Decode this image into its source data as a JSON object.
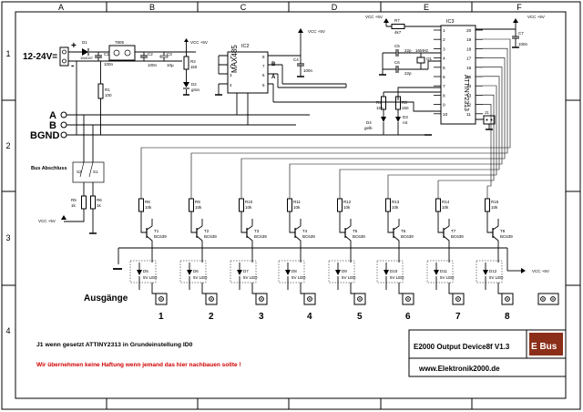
{
  "frame": {
    "cols": [
      "A",
      "B",
      "C",
      "D",
      "E",
      "F"
    ],
    "rows": [
      "1",
      "2",
      "3",
      "4"
    ]
  },
  "power": {
    "input_label": "12-24V=",
    "d1": "D1",
    "d1_val": "1N4007",
    "c1": "C1",
    "c1_val": "100n",
    "reg": "7805",
    "c2": "C2",
    "c2_val": "100n",
    "c3": "C3",
    "c3_val": "10µ",
    "r1": "R1",
    "r1_val": "100",
    "r2": "R2",
    "r2_val": "1k0",
    "d2": "D2",
    "d2_val": "grün",
    "vcc": "VCC +5V"
  },
  "bus": {
    "a": "A",
    "b": "B",
    "gnd": "BGND",
    "term_label": "Bus Abschluss",
    "s1": "S1",
    "s2": "S2",
    "r5": "R5",
    "r5_val": "1k",
    "r6": "R6",
    "r6_val": "1k",
    "vcc": "VCC +5V"
  },
  "ic2": {
    "ref": "IC2",
    "name": "MAX485",
    "pins_left": [
      "1",
      "2",
      "3",
      "4"
    ],
    "pins_right": [
      "8",
      "7",
      "6",
      "5"
    ],
    "a": "A",
    "b": "B",
    "c4": "C4",
    "c4_val": "100n",
    "vcc": "VCC +5V"
  },
  "ic3": {
    "ref": "IC3",
    "name": "ATTINY2313",
    "pins_left": [
      "1",
      "2",
      "3",
      "4",
      "5",
      "6",
      "7",
      "8",
      "9",
      "10"
    ],
    "pins_right": [
      "20",
      "19",
      "18",
      "17",
      "16",
      "15",
      "14",
      "13",
      "12",
      "11"
    ],
    "r7": "R7",
    "r7_val": "4k7",
    "vcc_l": "VCC +5V",
    "vcc_r": "VCC +5V",
    "c7": "C7",
    "c7_val": "100n",
    "c5": "C5",
    "c5_val": "22p",
    "c6": "C6",
    "c6_val": "22p",
    "q1": "Q1",
    "q1_val": "16MHz",
    "r3": "R3",
    "r3_val": "150",
    "r4": "R4",
    "r4_val": "150",
    "d3": "D3",
    "d3_val": "rot",
    "d4": "D4",
    "d4_val": "gelb",
    "j1": "J1"
  },
  "stages": [
    {
      "r": "R8",
      "t": "T1",
      "d": "D5",
      "out": "1"
    },
    {
      "r": "R9",
      "t": "T2",
      "d": "D6",
      "out": "2"
    },
    {
      "r": "R10",
      "t": "T3",
      "d": "D7",
      "out": "3"
    },
    {
      "r": "R11",
      "t": "T4",
      "d": "D8",
      "out": "4"
    },
    {
      "r": "R12",
      "t": "T5",
      "d": "D9",
      "out": "5"
    },
    {
      "r": "R13",
      "t": "T6",
      "d": "D10",
      "out": "6"
    },
    {
      "r": "R14",
      "t": "T7",
      "d": "D11",
      "out": "7"
    },
    {
      "r": "R15",
      "t": "T8",
      "d": "D12",
      "out": "8"
    }
  ],
  "stage_common": {
    "r_val": "10k",
    "t_val": "BC639",
    "d_val": "5V LED"
  },
  "outputs_label": "Ausgänge",
  "out_vcc": "VCC +5V",
  "notes": {
    "line1": "J1 wenn gesetzt ATTINY2313 in Grundeinstellung ID0",
    "line2": "Wir übernehmen keine Haftung wenn jemand das hier nachbauen sollte !"
  },
  "title_block": {
    "title": "E2000 Output Device8f V1.3",
    "url": "www.Elektronik2000.de",
    "logo_text": "E Bus",
    "logo_color": "#8b2f1a"
  }
}
